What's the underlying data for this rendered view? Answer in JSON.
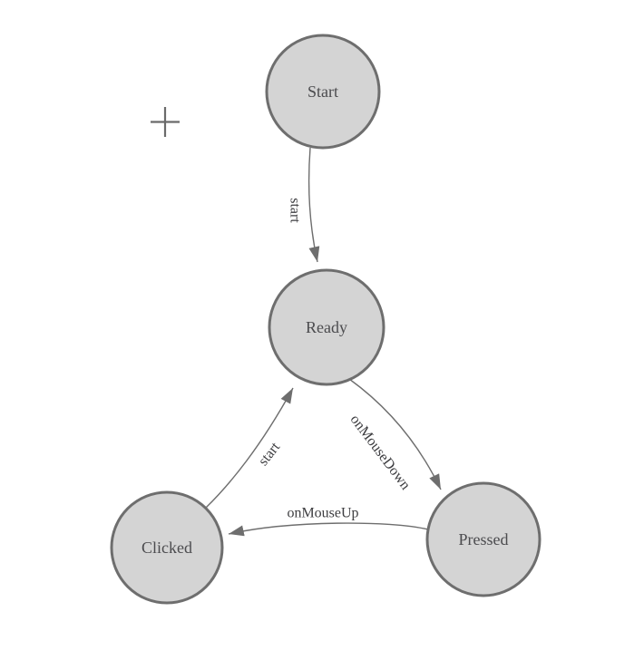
{
  "diagram": {
    "type": "state-machine",
    "background": "#ffffff",
    "colors": {
      "node_fill": "#d4d4d4",
      "node_stroke": "#6e6e6e",
      "edge_stroke": "#6e6e6e",
      "arrow_fill": "#6e6e6e",
      "node_text": "#4b4b4e",
      "edge_text": "#3d3d40",
      "plus": "#6a6a6a"
    },
    "nodes": [
      {
        "id": "start",
        "label": "Start"
      },
      {
        "id": "ready",
        "label": "Ready"
      },
      {
        "id": "clicked",
        "label": "Clicked"
      },
      {
        "id": "pressed",
        "label": "Pressed"
      }
    ],
    "edges": [
      {
        "from": "start",
        "to": "ready",
        "label": "start"
      },
      {
        "from": "clicked",
        "to": "ready",
        "label": "start"
      },
      {
        "from": "ready",
        "to": "pressed",
        "label": "onMouseDown"
      },
      {
        "from": "pressed",
        "to": "clicked",
        "label": "onMouseUp"
      }
    ],
    "icons": [
      {
        "name": "plus-crosshair-icon",
        "glyph": "+"
      }
    ]
  }
}
